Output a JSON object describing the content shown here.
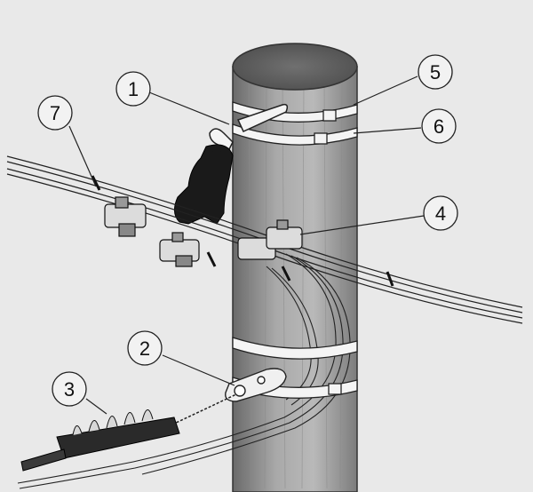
{
  "callouts": [
    {
      "label": "1"
    },
    {
      "label": "2"
    },
    {
      "label": "3"
    },
    {
      "label": "4"
    },
    {
      "label": "5"
    },
    {
      "label": "6"
    },
    {
      "label": "7"
    }
  ],
  "colors": {
    "background": "#e9e9e9",
    "pole_dark": "#6f6f6f",
    "pole_light": "#b8b8b8",
    "hardware_dark": "#1a1a1a",
    "cable_fill": "#f2f2f2",
    "line": "#222222"
  }
}
